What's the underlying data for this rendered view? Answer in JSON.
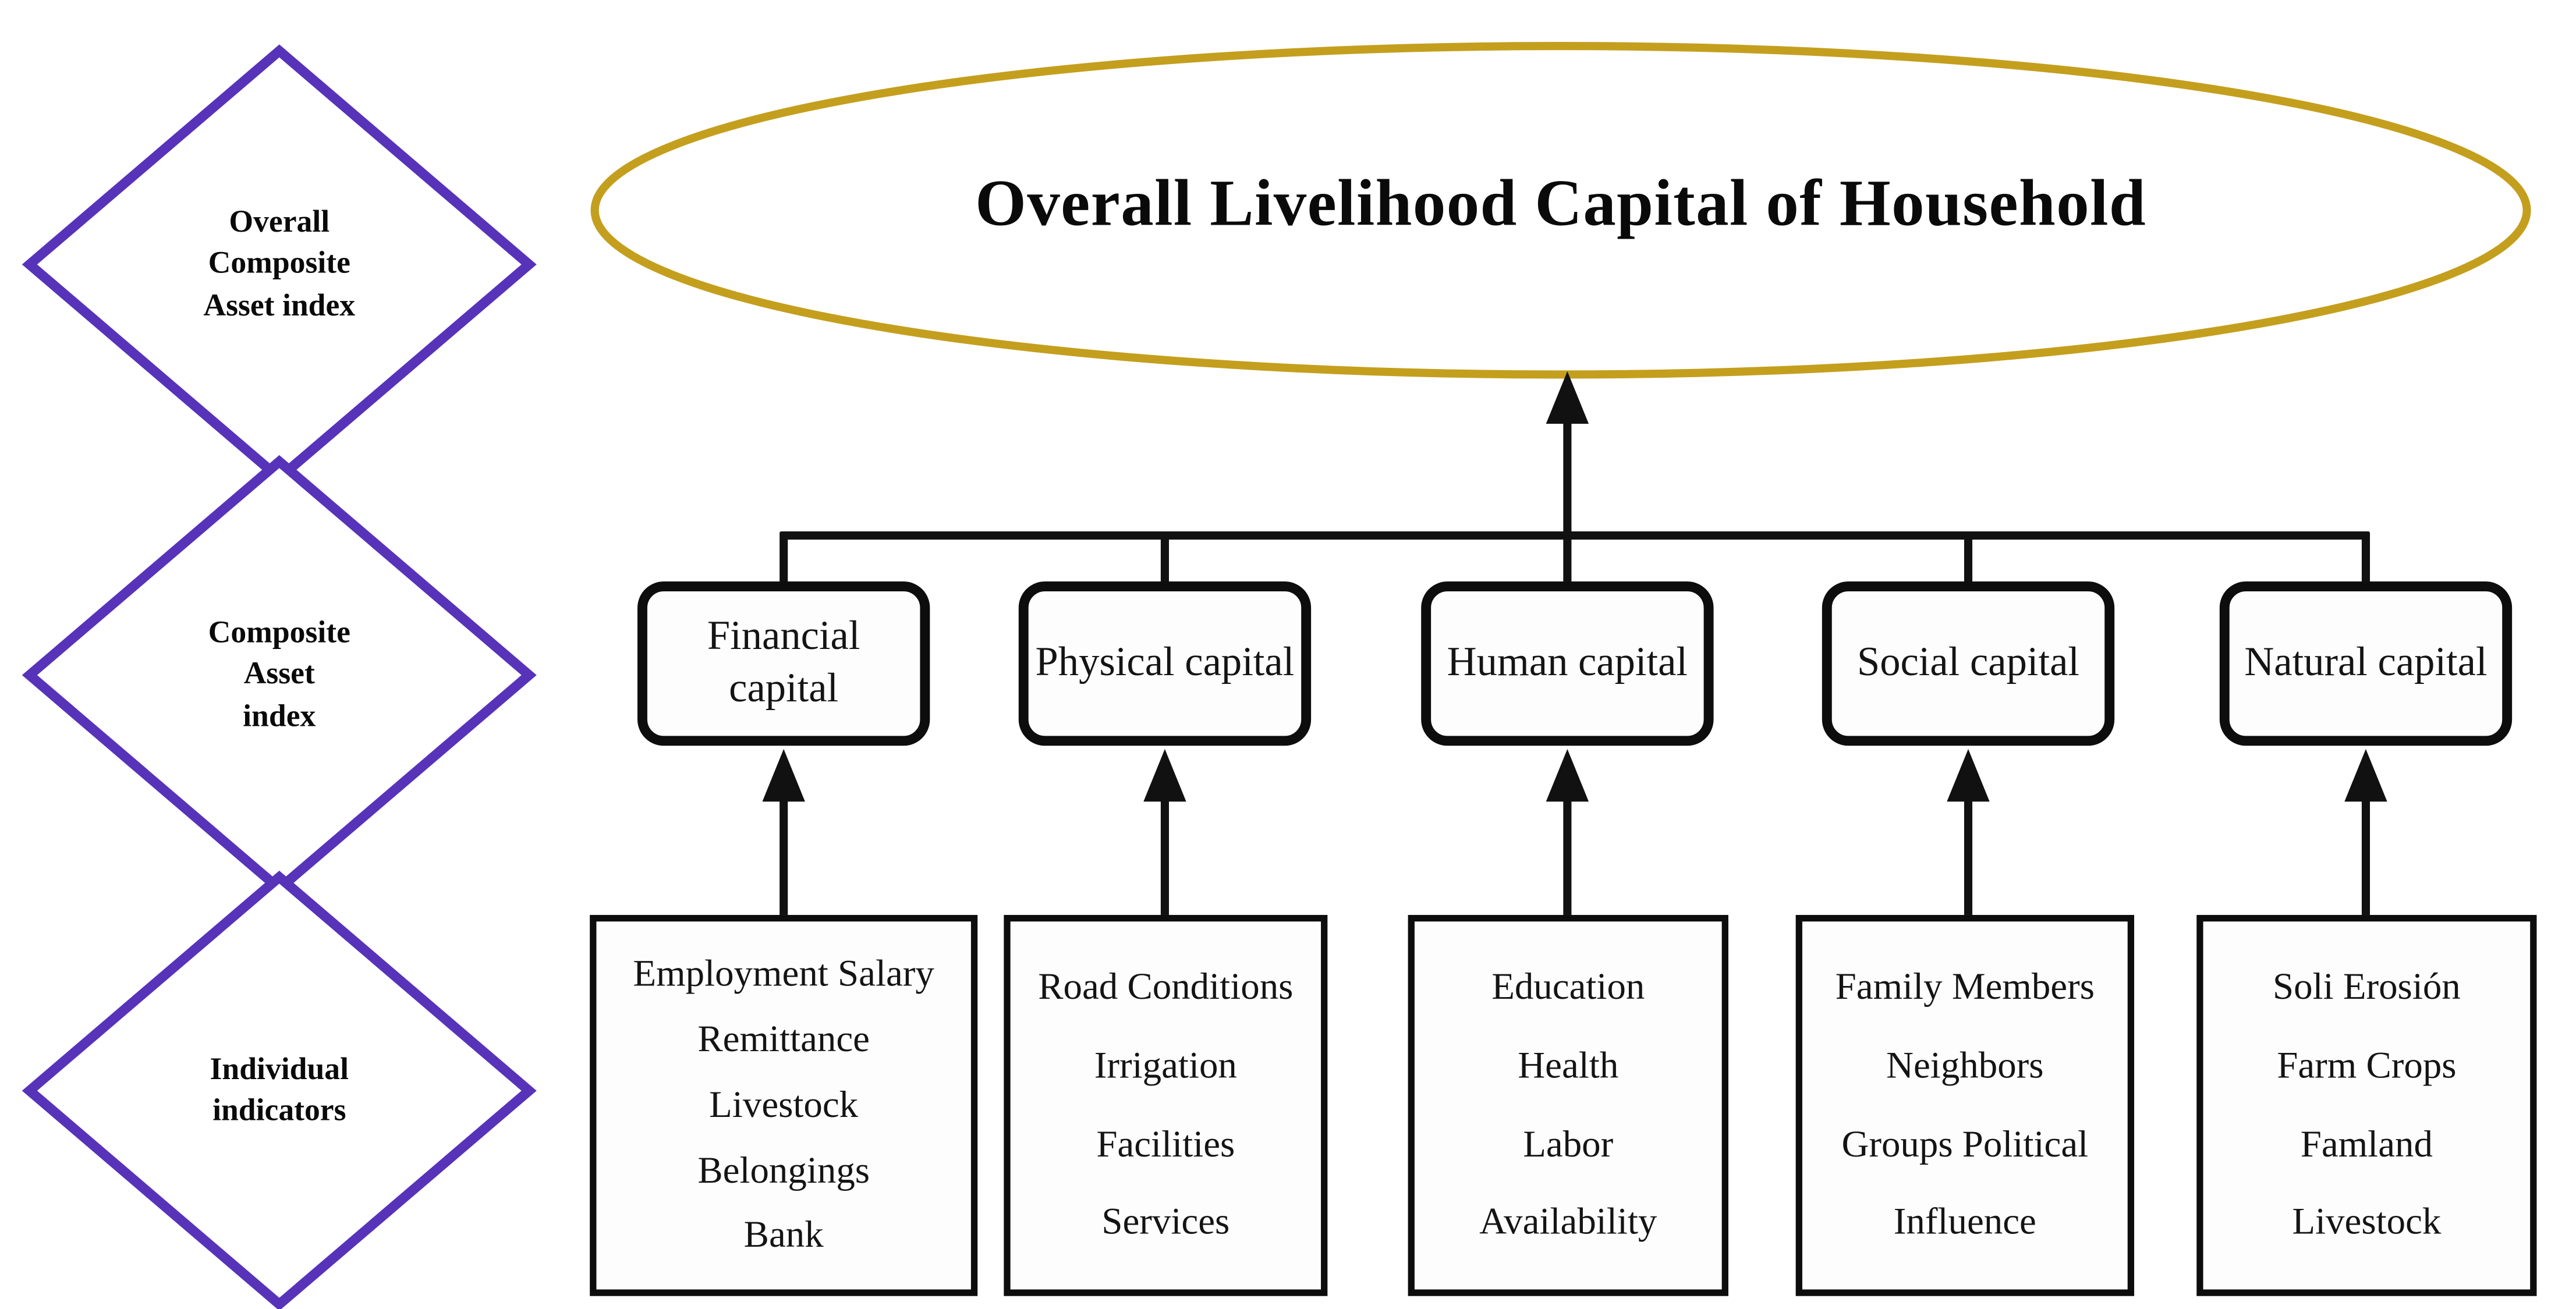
{
  "title": "Overall Livelihood Capital of Household",
  "colors": {
    "diamond_purple": "#5733b9",
    "ellipse_gold": "#c49f1e",
    "line_black": "#111111",
    "text_black": "#0a0a0a"
  },
  "levels": [
    {
      "lines": [
        "Overall",
        "Composite",
        "Asset index"
      ]
    },
    {
      "lines": [
        "Composite",
        "Asset",
        "index"
      ]
    },
    {
      "lines": [
        "Individual",
        "indicators"
      ]
    }
  ],
  "capitals": [
    {
      "label": "Financial capital"
    },
    {
      "label": "Physical capital"
    },
    {
      "label": "Human capital"
    },
    {
      "label": "Social capital"
    },
    {
      "label": "Natural capital"
    }
  ],
  "indicators": [
    {
      "lines": [
        "Employment Salary",
        "Remittance",
        "Livestock",
        "Belongings",
        "Bank"
      ]
    },
    {
      "lines": [
        "Road Conditions",
        "Irrigation",
        "Facilities",
        "Services"
      ]
    },
    {
      "lines": [
        "Education",
        "Health",
        "Labor",
        "Availability"
      ]
    },
    {
      "lines": [
        "Family Members",
        "Neighbors",
        "Groups Political",
        "Influence"
      ]
    },
    {
      "lines": [
        "Soli Erosión",
        "Farm Crops",
        "Famland",
        "Livestock"
      ]
    }
  ]
}
